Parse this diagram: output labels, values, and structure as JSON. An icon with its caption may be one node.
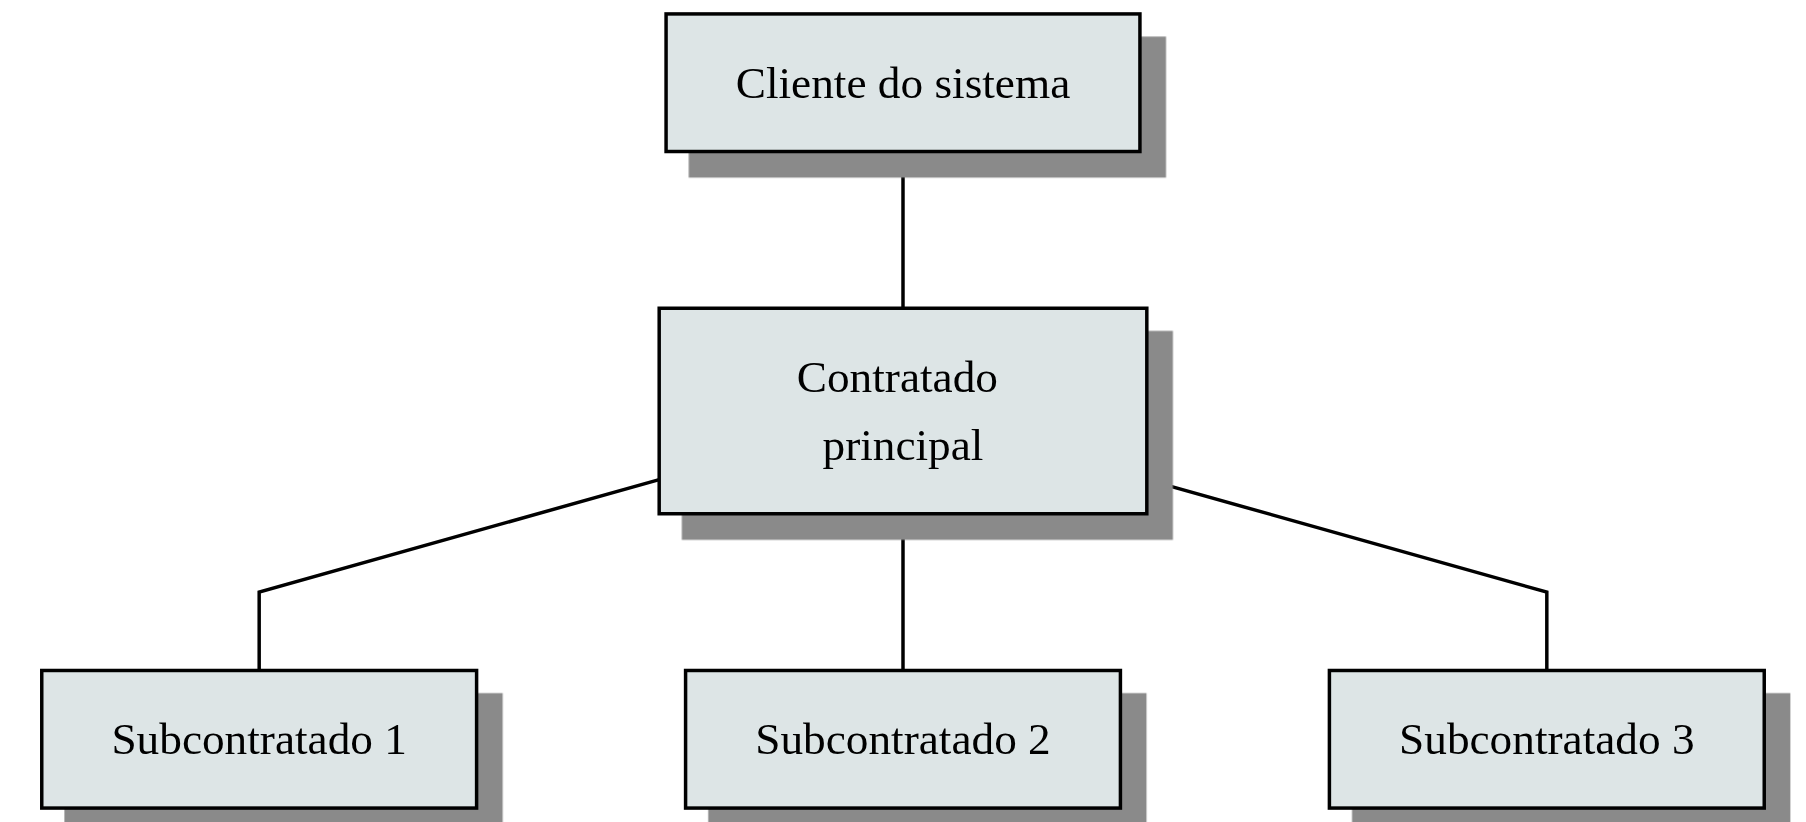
{
  "diagram": {
    "nodes": [
      {
        "text": [
          "Cliente do sistema"
        ]
      },
      {
        "text": [
          "Contratado principal"
        ]
      },
      {
        "text": [
          "Subcontratado 1"
        ]
      },
      {
        "text": [
          "Subcontratado 2"
        ]
      },
      {
        "text": [
          "Subcontratado 3"
        ]
      }
    ],
    "edges": [
      {
        "from": 0,
        "to": 1,
        "arrow": "none"
      },
      {
        "from": 1,
        "to": 2,
        "arrow": "none"
      },
      {
        "from": 1,
        "to": 3,
        "arrow": "none"
      },
      {
        "from": 1,
        "to": 4,
        "arrow": "none"
      }
    ]
  }
}
